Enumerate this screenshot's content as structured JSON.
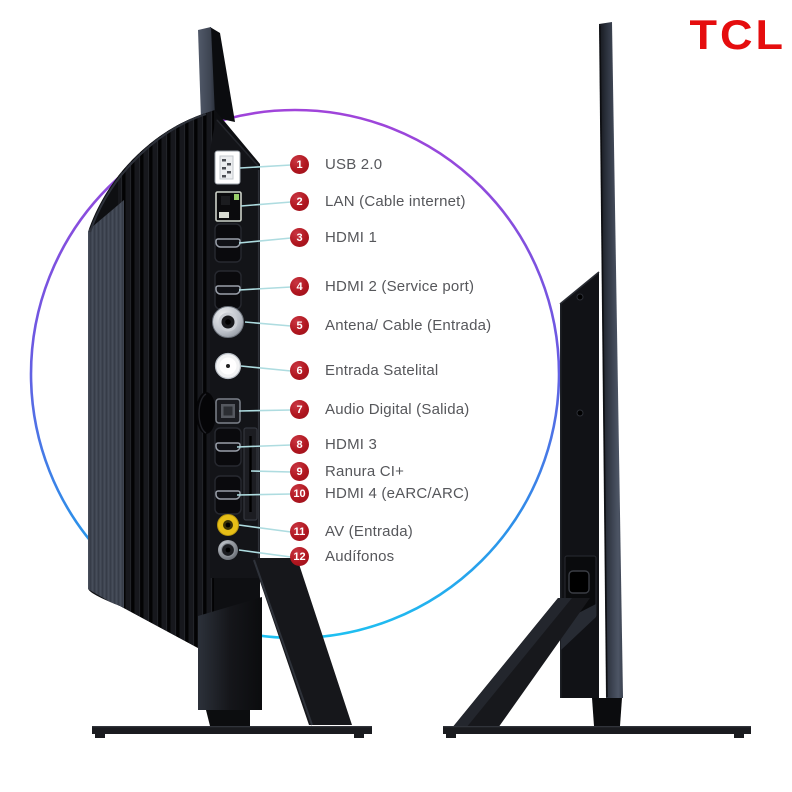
{
  "brand": {
    "logo_text": "TCL",
    "logo_color": "#E50D0E"
  },
  "callouts": {
    "ports": [
      {
        "num": "1",
        "label": "USB 2.0",
        "icon": "usb-port"
      },
      {
        "num": "2",
        "label": "LAN (Cable internet)",
        "icon": "ethernet-port"
      },
      {
        "num": "3",
        "label": "HDMI 1",
        "icon": "hdmi-port"
      },
      {
        "num": "4",
        "label": "HDMI 2 (Service port)",
        "icon": "hdmi-port"
      },
      {
        "num": "5",
        "label": "Antena/ Cable (Entrada)",
        "icon": "coax-port"
      },
      {
        "num": "6",
        "label": "Entrada Satelital",
        "icon": "satellite-port"
      },
      {
        "num": "7",
        "label": "Audio Digital (Salida)",
        "icon": "optical-audio-port"
      },
      {
        "num": "8",
        "label": "HDMI 3",
        "icon": "hdmi-port"
      },
      {
        "num": "9",
        "label": "Ranura CI+",
        "icon": "ci-slot"
      },
      {
        "num": "10",
        "label": "HDMI 4 (eARC/ARC)",
        "icon": "hdmi-port"
      },
      {
        "num": "11",
        "label": "AV (Entrada)",
        "icon": "av-jack"
      },
      {
        "num": "12",
        "label": "Audífonos",
        "icon": "headphone-jack"
      }
    ]
  },
  "colors": {
    "badge_red": "#B0161F",
    "leader_line": "#AEDCE0",
    "label_text": "#56575B",
    "magnifier_gradient_top": "#A044DA",
    "magnifier_gradient_bottom": "#1EC0F1"
  }
}
